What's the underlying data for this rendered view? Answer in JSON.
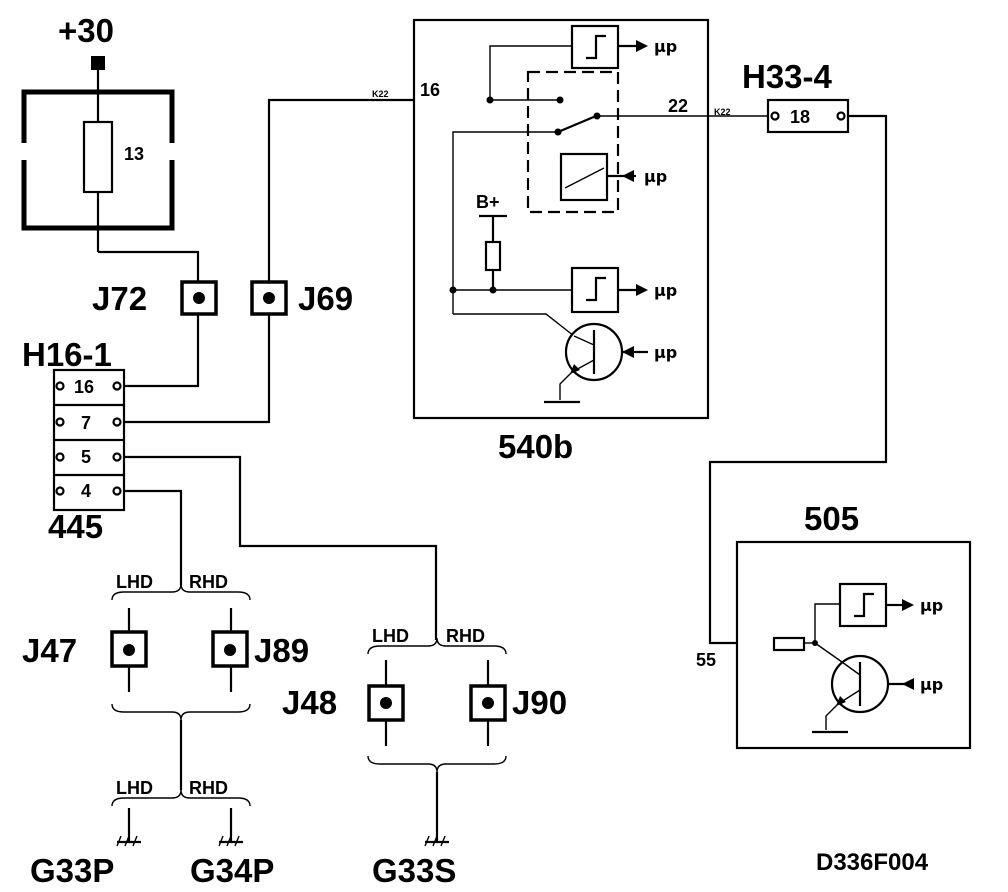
{
  "labels": {
    "supply": "+30",
    "fuse": "13",
    "j72": "J72",
    "j69": "J69",
    "h16": "H16-1",
    "h16_pins": [
      "16",
      "7",
      "5",
      "4"
    ],
    "h16_ref": "445",
    "lhd": "LHD",
    "rhd": "RHD",
    "j47": "J47",
    "j89": "J89",
    "j48": "J48",
    "j90": "J90",
    "g33p": "G33P",
    "g34p": "G34P",
    "g33s": "G33S",
    "module_540b": "540b",
    "k22": "K22",
    "pin16": "16",
    "pin22": "22",
    "bplus": "B+",
    "h33": "H33-4",
    "h33_pin": "18",
    "module_505": "505",
    "pin55": "55",
    "up": "μp",
    "drawing_id": "D336F004"
  }
}
